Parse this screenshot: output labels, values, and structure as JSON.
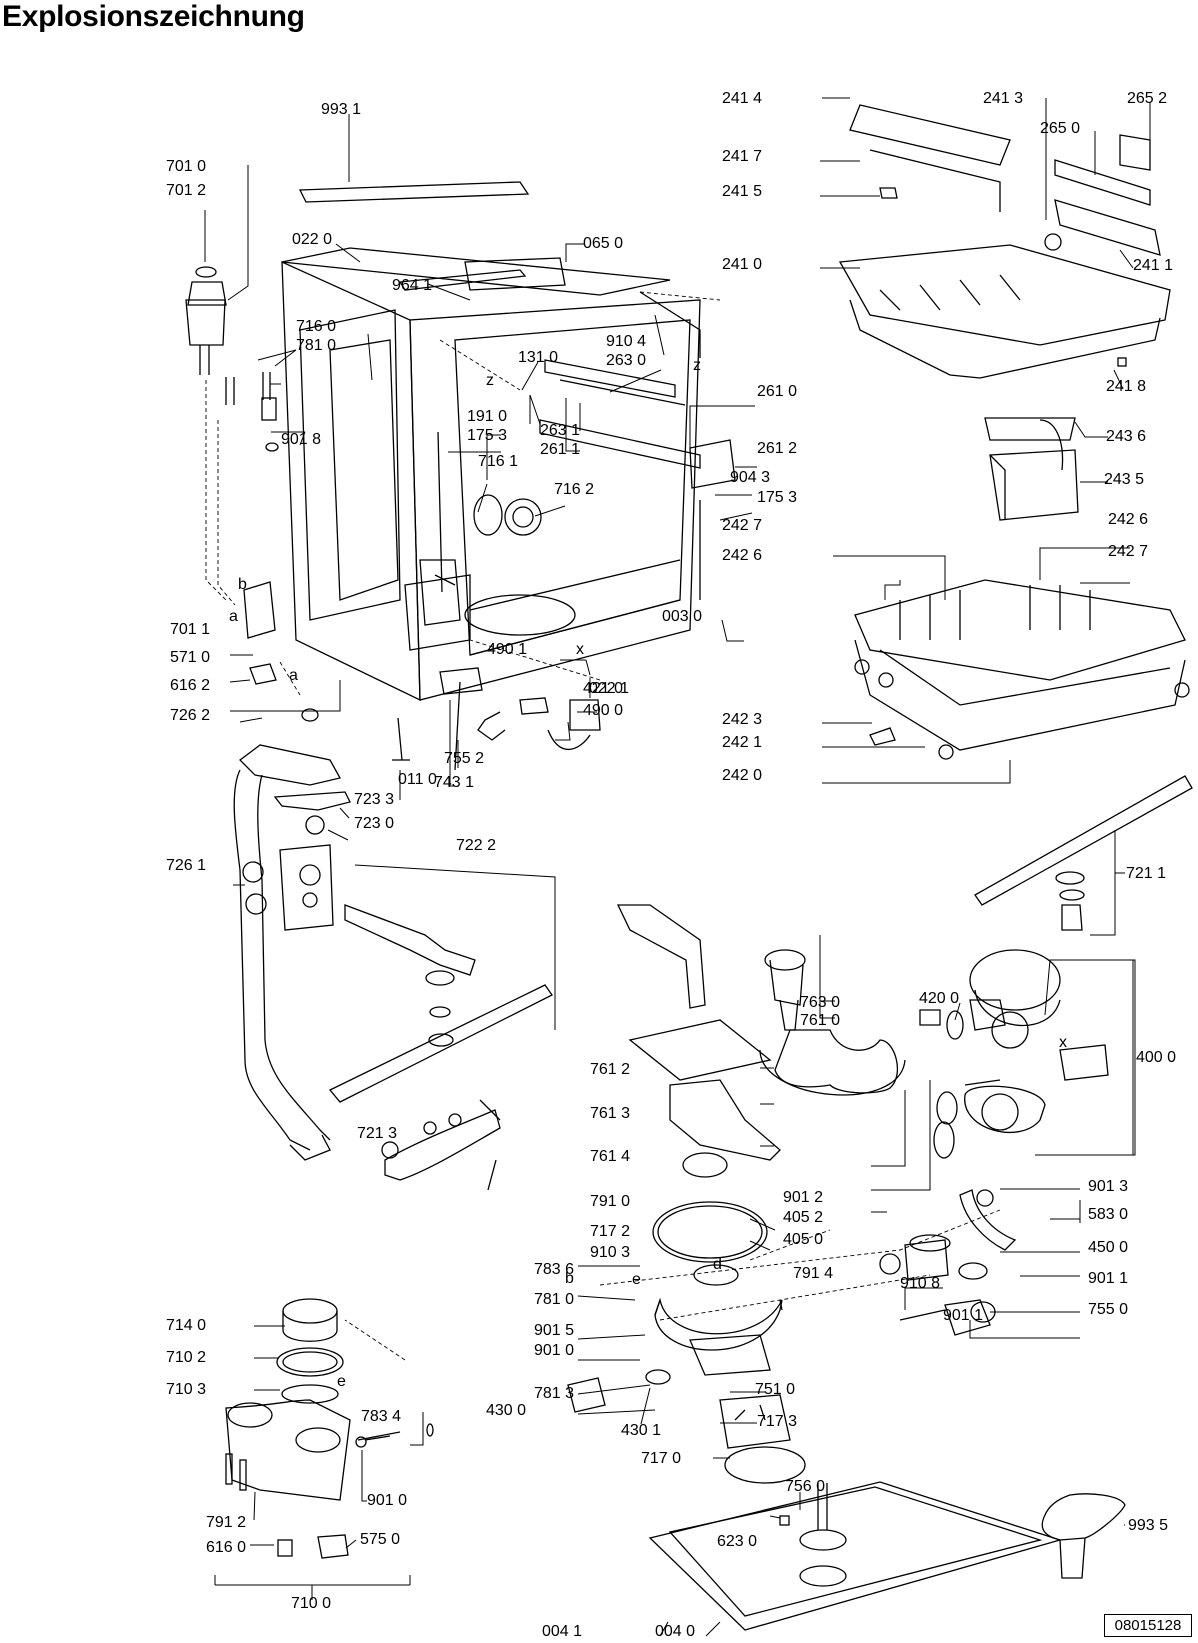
{
  "title": "Explosionszeichnung",
  "drawing_number": "08015128",
  "parts": [
    {
      "code": "993 1"
    },
    {
      "code": "701 0"
    },
    {
      "code": "701 2"
    },
    {
      "code": "022 0"
    },
    {
      "code": "065 0"
    },
    {
      "code": "964 1"
    },
    {
      "code": "716 0"
    },
    {
      "code": "781 0"
    },
    {
      "code": "131 0"
    },
    {
      "code": "910 4"
    },
    {
      "code": "263 0"
    },
    {
      "code": "191 0"
    },
    {
      "code": "175 3"
    },
    {
      "code": "901 8"
    },
    {
      "code": "263 1"
    },
    {
      "code": "261 1"
    },
    {
      "code": "261 0"
    },
    {
      "code": "261 2"
    },
    {
      "code": "716 1"
    },
    {
      "code": "716 2"
    },
    {
      "code": "904 3"
    },
    {
      "code": "175 3"
    },
    {
      "code": "003 0"
    },
    {
      "code": "701 1"
    },
    {
      "code": "571 0"
    },
    {
      "code": "616 2"
    },
    {
      "code": "490 1"
    },
    {
      "code": "022 1"
    },
    {
      "code": "421 0"
    },
    {
      "code": "490 0"
    },
    {
      "code": "726 2"
    },
    {
      "code": "755 2"
    },
    {
      "code": "011 0"
    },
    {
      "code": "743 1"
    },
    {
      "code": "723 3"
    },
    {
      "code": "723 0"
    },
    {
      "code": "722 2"
    },
    {
      "code": "726 1"
    },
    {
      "code": "241 4"
    },
    {
      "code": "241 3"
    },
    {
      "code": "265 2"
    },
    {
      "code": "265 0"
    },
    {
      "code": "241 7"
    },
    {
      "code": "241 5"
    },
    {
      "code": "241 0"
    },
    {
      "code": "241 1"
    },
    {
      "code": "241 8"
    },
    {
      "code": "243 6"
    },
    {
      "code": "243 5"
    },
    {
      "code": "242 7"
    },
    {
      "code": "242 6"
    },
    {
      "code": "242 6"
    },
    {
      "code": "242 7"
    },
    {
      "code": "242 3"
    },
    {
      "code": "242 1"
    },
    {
      "code": "242 0"
    },
    {
      "code": "721 1"
    },
    {
      "code": "763 0"
    },
    {
      "code": "761 0"
    },
    {
      "code": "420 0"
    },
    {
      "code": "400 0"
    },
    {
      "code": "761 2"
    },
    {
      "code": "761 3"
    },
    {
      "code": "761 4"
    },
    {
      "code": "721 3"
    },
    {
      "code": "901 2"
    },
    {
      "code": "405 2"
    },
    {
      "code": "405 0"
    },
    {
      "code": "901 3"
    },
    {
      "code": "791 0"
    },
    {
      "code": "583 0"
    },
    {
      "code": "791 4"
    },
    {
      "code": "450 0"
    },
    {
      "code": "717 2"
    },
    {
      "code": "910 3"
    },
    {
      "code": "910 8"
    },
    {
      "code": "901 1"
    },
    {
      "code": "783 6"
    },
    {
      "code": "781 0"
    },
    {
      "code": "755 0"
    },
    {
      "code": "901 1"
    },
    {
      "code": "901 5"
    },
    {
      "code": "901 0"
    },
    {
      "code": "714 0"
    },
    {
      "code": "710 2"
    },
    {
      "code": "710 3"
    },
    {
      "code": "783 4"
    },
    {
      "code": "781 3"
    },
    {
      "code": "751 0"
    },
    {
      "code": "430 0"
    },
    {
      "code": "430 1"
    },
    {
      "code": "717 3"
    },
    {
      "code": "717 0"
    },
    {
      "code": "756 0"
    },
    {
      "code": "901 0"
    },
    {
      "code": "791 2"
    },
    {
      "code": "575 0"
    },
    {
      "code": "616 0"
    },
    {
      "code": "623 0"
    },
    {
      "code": "993 5"
    },
    {
      "code": "710 0"
    },
    {
      "code": "004 1"
    },
    {
      "code": "004 0"
    }
  ],
  "letters": [
    {
      "text": "b"
    },
    {
      "text": "a"
    },
    {
      "text": "a"
    },
    {
      "text": "z"
    },
    {
      "text": "z"
    },
    {
      "text": "x"
    },
    {
      "text": "x"
    },
    {
      "text": "d"
    },
    {
      "text": "b"
    },
    {
      "text": "e"
    },
    {
      "text": "e"
    }
  ]
}
